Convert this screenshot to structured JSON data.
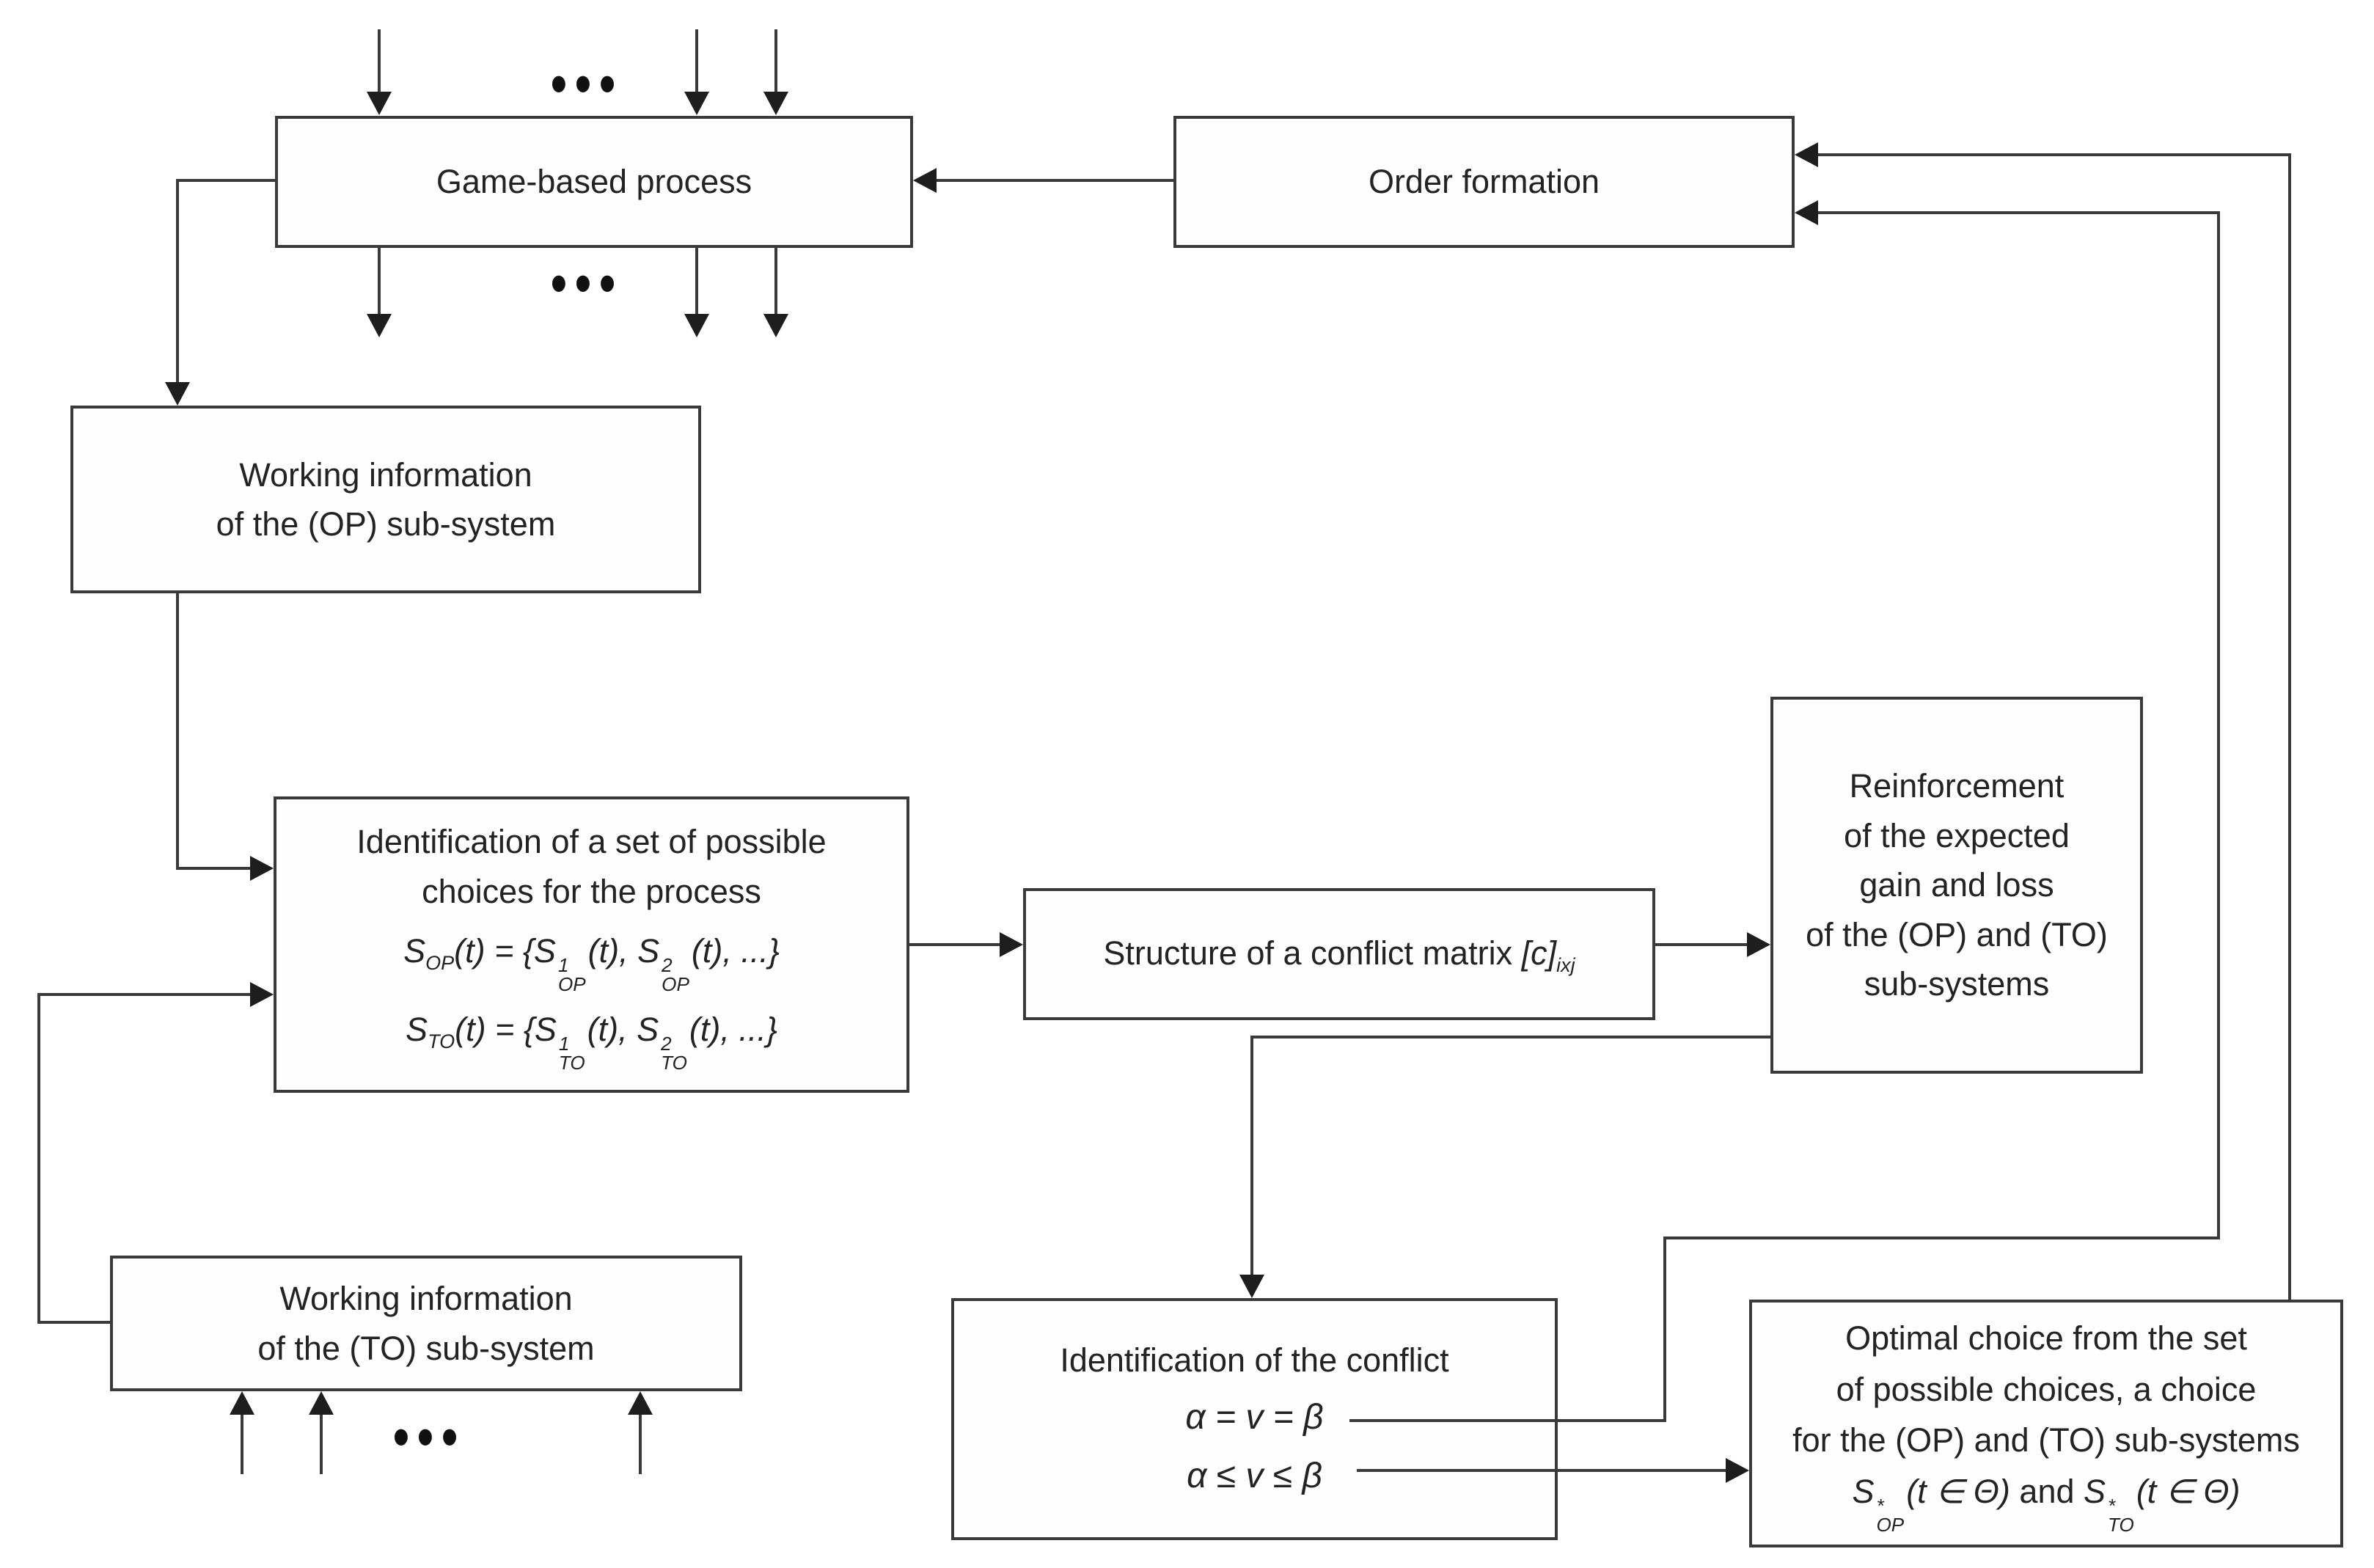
{
  "diagram": {
    "background": "#ffffff",
    "line_color": "#3a3a3a",
    "arrow_color": "#1e1e1e",
    "text_color": "#232323",
    "ellipsis": "•••",
    "boxes": {
      "game": {
        "label": "Game-based process"
      },
      "order": {
        "label": "Order formation"
      },
      "op_info": {
        "line1": "Working information",
        "line2": "of the (OP) sub-system"
      },
      "choices": {
        "title1": "Identification of a set of possible",
        "title2": "choices for the process",
        "formula_op": "S_{OP}(t) = {S^{1}_{OP}(t), S^{2}_{OP}(t), ...}",
        "formula_to": "S_{TO}(t) = {S^{1}_{TO}(t), S^{2}_{TO}(t), ...}"
      },
      "matrix": {
        "label_text": "Structure of a conflict matrix",
        "label_math": "[c]_{ixj}"
      },
      "reinforcement": {
        "line1": "Reinforcement",
        "line2": "of the expected",
        "line3": "gain and loss",
        "line4": "of the (OP) and (TO)",
        "line5": "sub-systems"
      },
      "to_info": {
        "line1": "Working information",
        "line2": "of the (TO) sub-system"
      },
      "conflict": {
        "title": "Identification of the conflict",
        "eq1": "α = v = β",
        "eq2": "α ≤ v ≤ β"
      },
      "optimal": {
        "line1": "Optimal choice from the set",
        "line2": "of possible choices, a choice",
        "line3": "for the (OP) and (TO) sub-systems",
        "math1": "S^{*}_{OP}(t ∈ Θ)",
        "mid": "and",
        "math2": "S^{*}_{TO}(t ∈ Θ)"
      }
    }
  }
}
